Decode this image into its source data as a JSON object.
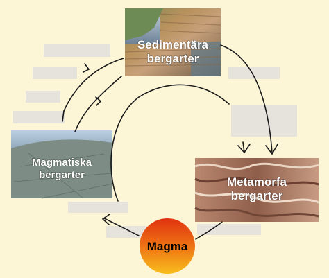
{
  "nodes": {
    "sedimentara": {
      "line1": "Sedimentära",
      "line2": "bergarter"
    },
    "magmatiska": {
      "line1": "Magmatiska",
      "line2": "bergarter"
    },
    "metamorfa": {
      "line1": "Metamorfa",
      "line2": "bergarter"
    },
    "magma": {
      "label": "Magma"
    }
  },
  "colors": {
    "background": "#fcf5d6",
    "label_box": "#e6e3dd",
    "arrow": "#1a1a1a",
    "magma_top": "#e53a12",
    "magma_bottom": "#f6b11a"
  }
}
